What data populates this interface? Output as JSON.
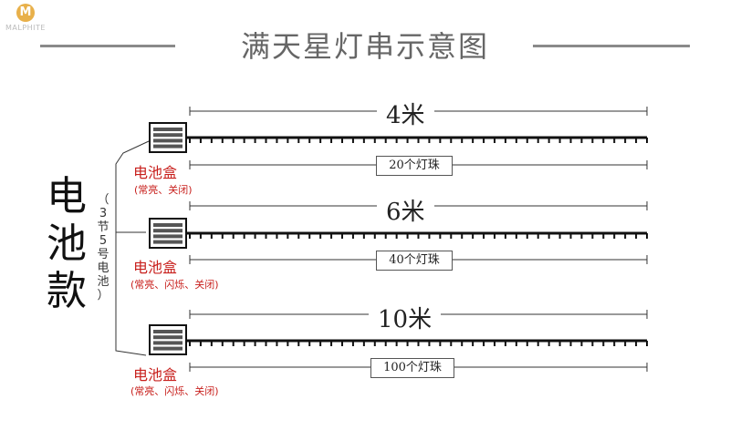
{
  "brand": {
    "mark": "M",
    "name": "MALPHITE"
  },
  "title": "满天星灯串示意图",
  "big_label": [
    "电",
    "池",
    "款"
  ],
  "side_note": "（3节5号电池）",
  "strings": [
    {
      "length": "4米",
      "count_label": "20个灯珠",
      "box_name": "电池盒",
      "modes": "(常亮、关闭)"
    },
    {
      "length": "6米",
      "count_label": "40个灯珠",
      "box_name": "电池盒",
      "modes": "(常亮、闪烁、关闭)"
    },
    {
      "length": "10米",
      "count_label": "100个灯珠",
      "box_name": "电池盒",
      "modes": "(常亮、闪烁、关闭)"
    }
  ],
  "colors": {
    "accent_red": "#c8201d",
    "wire": "#111111",
    "title_gray": "#666666"
  }
}
